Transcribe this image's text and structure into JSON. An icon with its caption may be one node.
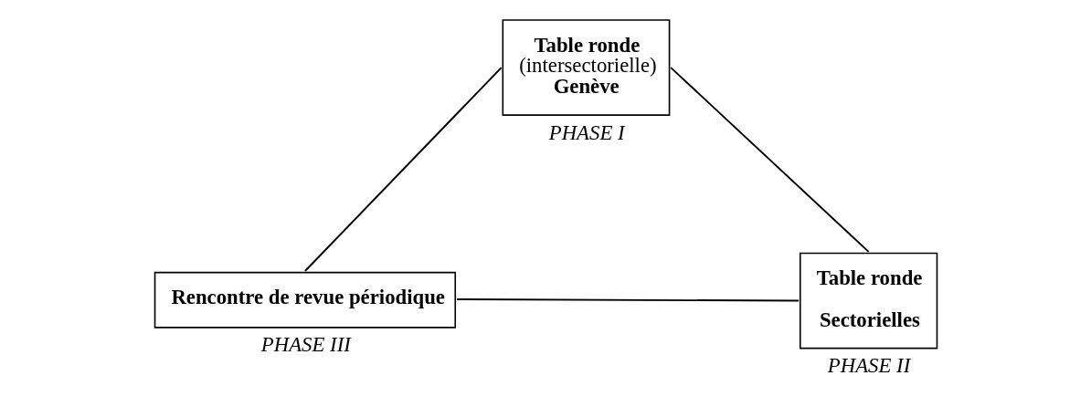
{
  "diagram": {
    "nodes": [
      {
        "text": [
          "Table ronde",
          "(intersectorielle)",
          "Genève"
        ],
        "beside": [
          "PHASE I"
        ]
      },
      {
        "text": [
          "Rencontre de revue périodique"
        ],
        "beside": [
          "PHASE III"
        ]
      },
      {
        "text": [
          "Table ronde",
          "Sectorielles"
        ],
        "beside": [
          "PHASE II"
        ]
      }
    ],
    "edges": [
      {
        "from": 0,
        "to": 1,
        "arrow": "none"
      },
      {
        "from": 0,
        "to": 2,
        "arrow": "none"
      },
      {
        "from": 1,
        "to": 2,
        "arrow": "none"
      }
    ]
  }
}
